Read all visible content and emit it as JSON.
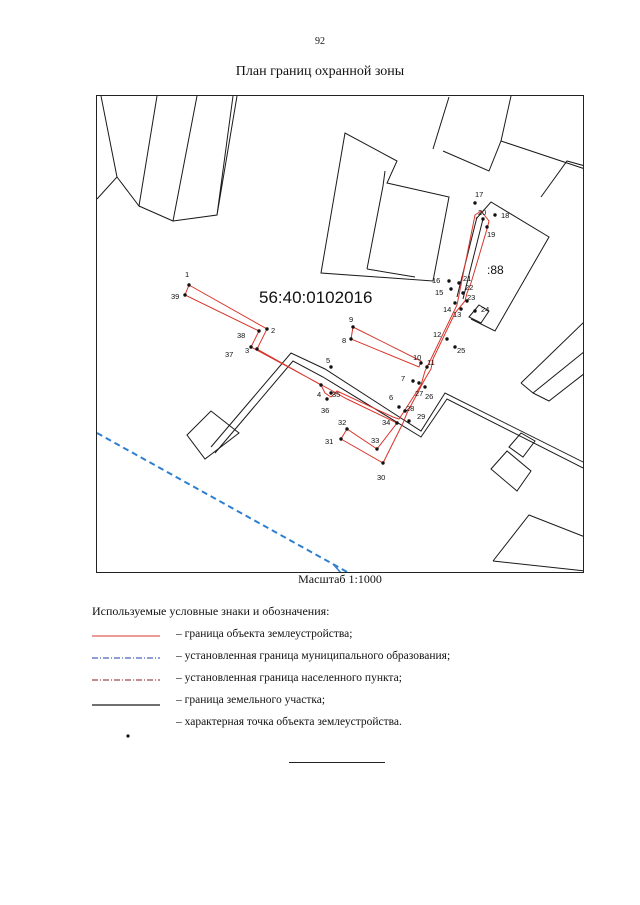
{
  "page_number": "92",
  "title": "План границ охранной зоны",
  "map": {
    "cadastral_quarter": "56:40:0102016",
    "parcel_label": ":88",
    "colors": {
      "object_boundary": "#d8352c",
      "municipal_boundary": "#1f3fae",
      "settlement_boundary": "#8b1a1a",
      "parcel_boundary": "#1a1a1a",
      "water_line": "#2f7fd0"
    },
    "points": [
      "1",
      "2",
      "3",
      "4",
      "5",
      "6",
      "7",
      "8",
      "9",
      "10",
      "11",
      "12",
      "13",
      "14",
      "15",
      "16",
      "17",
      "18",
      "19",
      "20",
      "21",
      "22",
      "23",
      "24",
      "25",
      "26",
      "27",
      "28",
      "29",
      "30",
      "31",
      "32",
      "33",
      "34",
      "35",
      "36",
      "37",
      "38",
      "39"
    ]
  },
  "scale": "Масштаб 1:1000",
  "legend": {
    "title": "Используемые условные знаки и обозначения:",
    "items": [
      {
        "symbol": "red-line",
        "text": "– граница объекта землеустройства;"
      },
      {
        "symbol": "blue-dashdot-line",
        "text": "– установленная граница муниципального образования;"
      },
      {
        "symbol": "darkred-dashdot-line",
        "text": "– установленная граница населенного пункта;"
      },
      {
        "symbol": "black-line",
        "text": "– граница земельного участка;"
      },
      {
        "symbol": "point-dot",
        "text": "– характерная точка объекта землеустройства."
      }
    ]
  }
}
